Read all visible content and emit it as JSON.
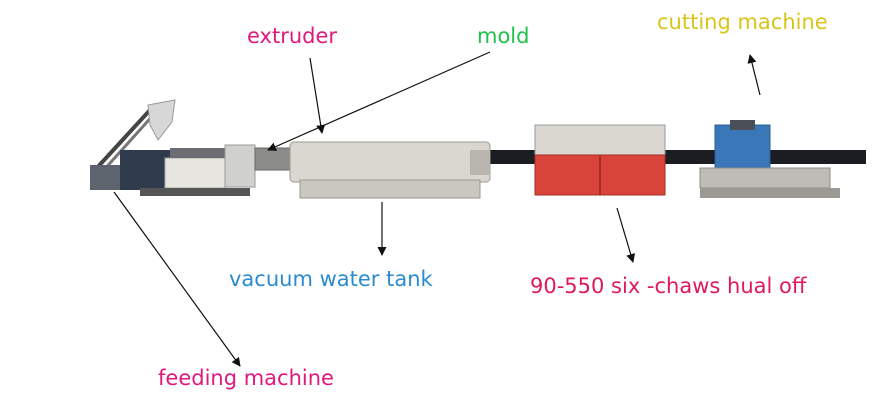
{
  "labels": {
    "extruder": {
      "text": "extruder",
      "color": "#e0197d"
    },
    "mold": {
      "text": "mold",
      "color": "#22c04a"
    },
    "cutting_machine": {
      "text": "cutting machine",
      "color": "#d9c41a"
    },
    "vacuum_water_tank": {
      "text": "vacuum water tank",
      "color": "#2a8bd0"
    },
    "haul_off": {
      "text": "90-550  six -chaws hual off",
      "color": "#e01a5a"
    },
    "feeding_machine": {
      "text": "feeding machine",
      "color": "#e0197d"
    }
  },
  "colors": {
    "machine_body": "#d8d6cf",
    "machine_dark": "#4a4f58",
    "haul_off_red": "#d9443a",
    "cutter_blue": "#3a77b8",
    "pipe": "#1c1d22",
    "arrow": "#111111"
  }
}
